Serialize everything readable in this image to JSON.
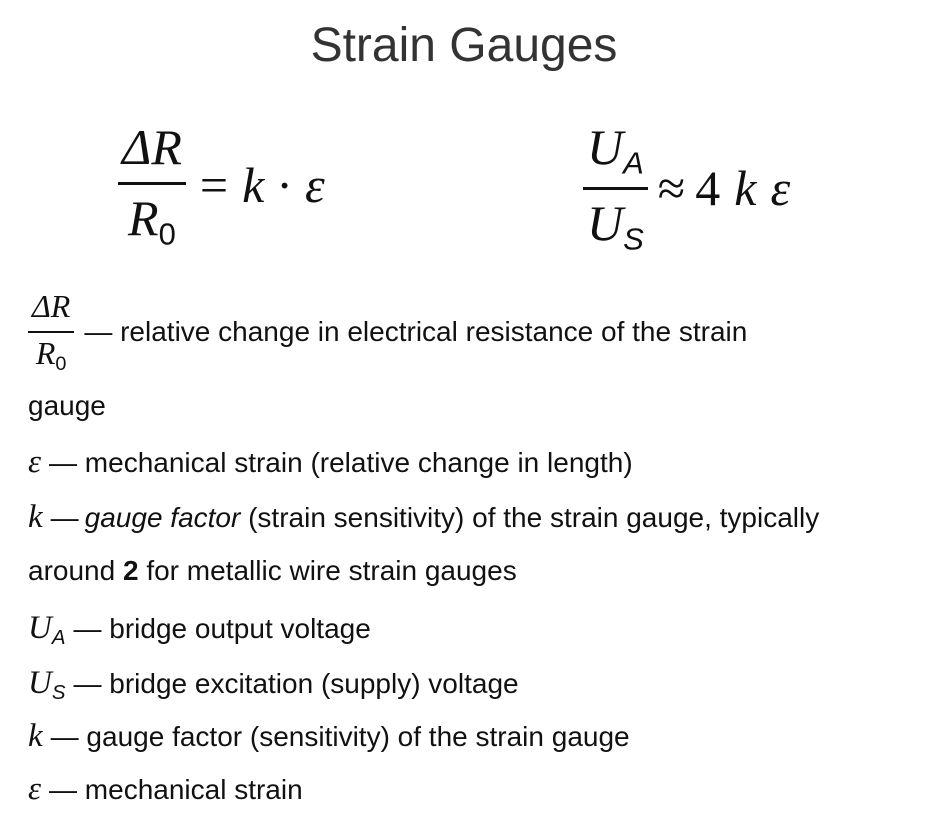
{
  "title": "Strain Gauges",
  "formula1": {
    "num": "ΔR",
    "den_base": "R",
    "den_sub": "0",
    "rhs_eq": "=",
    "k": "k",
    "dot": "·",
    "eps": "ε"
  },
  "formula2": {
    "num_base": "U",
    "num_sub": "A",
    "den_base": "U",
    "den_sub": "S",
    "approx": "≈",
    "four": "4",
    "k": "k",
    "eps": "ε"
  },
  "definitions": {
    "d1": {
      "text": "— relative change in electrical resistance of the strain",
      "cont": "gauge"
    },
    "d2": {
      "symbol": "ε",
      "text": "— mechanical strain (relative change in length)"
    },
    "d3": {
      "symbol": "k",
      "dash": "—",
      "italic": "gauge factor",
      "text": " (strain sensitivity) of the strain gauge, typically",
      "cont_a": "around ",
      "cont_bold": "2",
      "cont_b": " for metallic wire strain gauges"
    },
    "d4": {
      "base": "U",
      "sub": "A",
      "text": "— bridge output voltage"
    },
    "d5": {
      "base": "U",
      "sub": "S",
      "text": "— bridge excitation (supply) voltage"
    },
    "d6": {
      "symbol": "k",
      "text": "— gauge factor (sensitivity) of the strain gauge"
    },
    "d7": {
      "symbol": "ε",
      "text": "— mechanical strain"
    }
  }
}
